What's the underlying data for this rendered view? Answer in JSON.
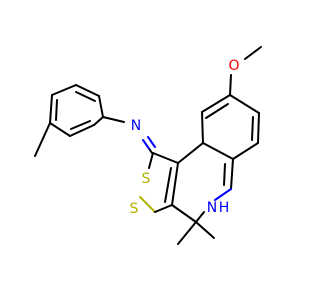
{
  "molecule": {
    "colors": {
      "bond": "#000000",
      "oxygen": "#ff0000",
      "nitrogen": "#0000ff",
      "sulfur": "#b2b200",
      "background": "#ffffff"
    },
    "atom_labels": {
      "oxygen": "O",
      "imine_nitrogen": "N",
      "amine_nitrogen": "N",
      "amine_hydrogen": "H",
      "sulfur_top": "S",
      "sulfur_bottom": "S"
    }
  }
}
